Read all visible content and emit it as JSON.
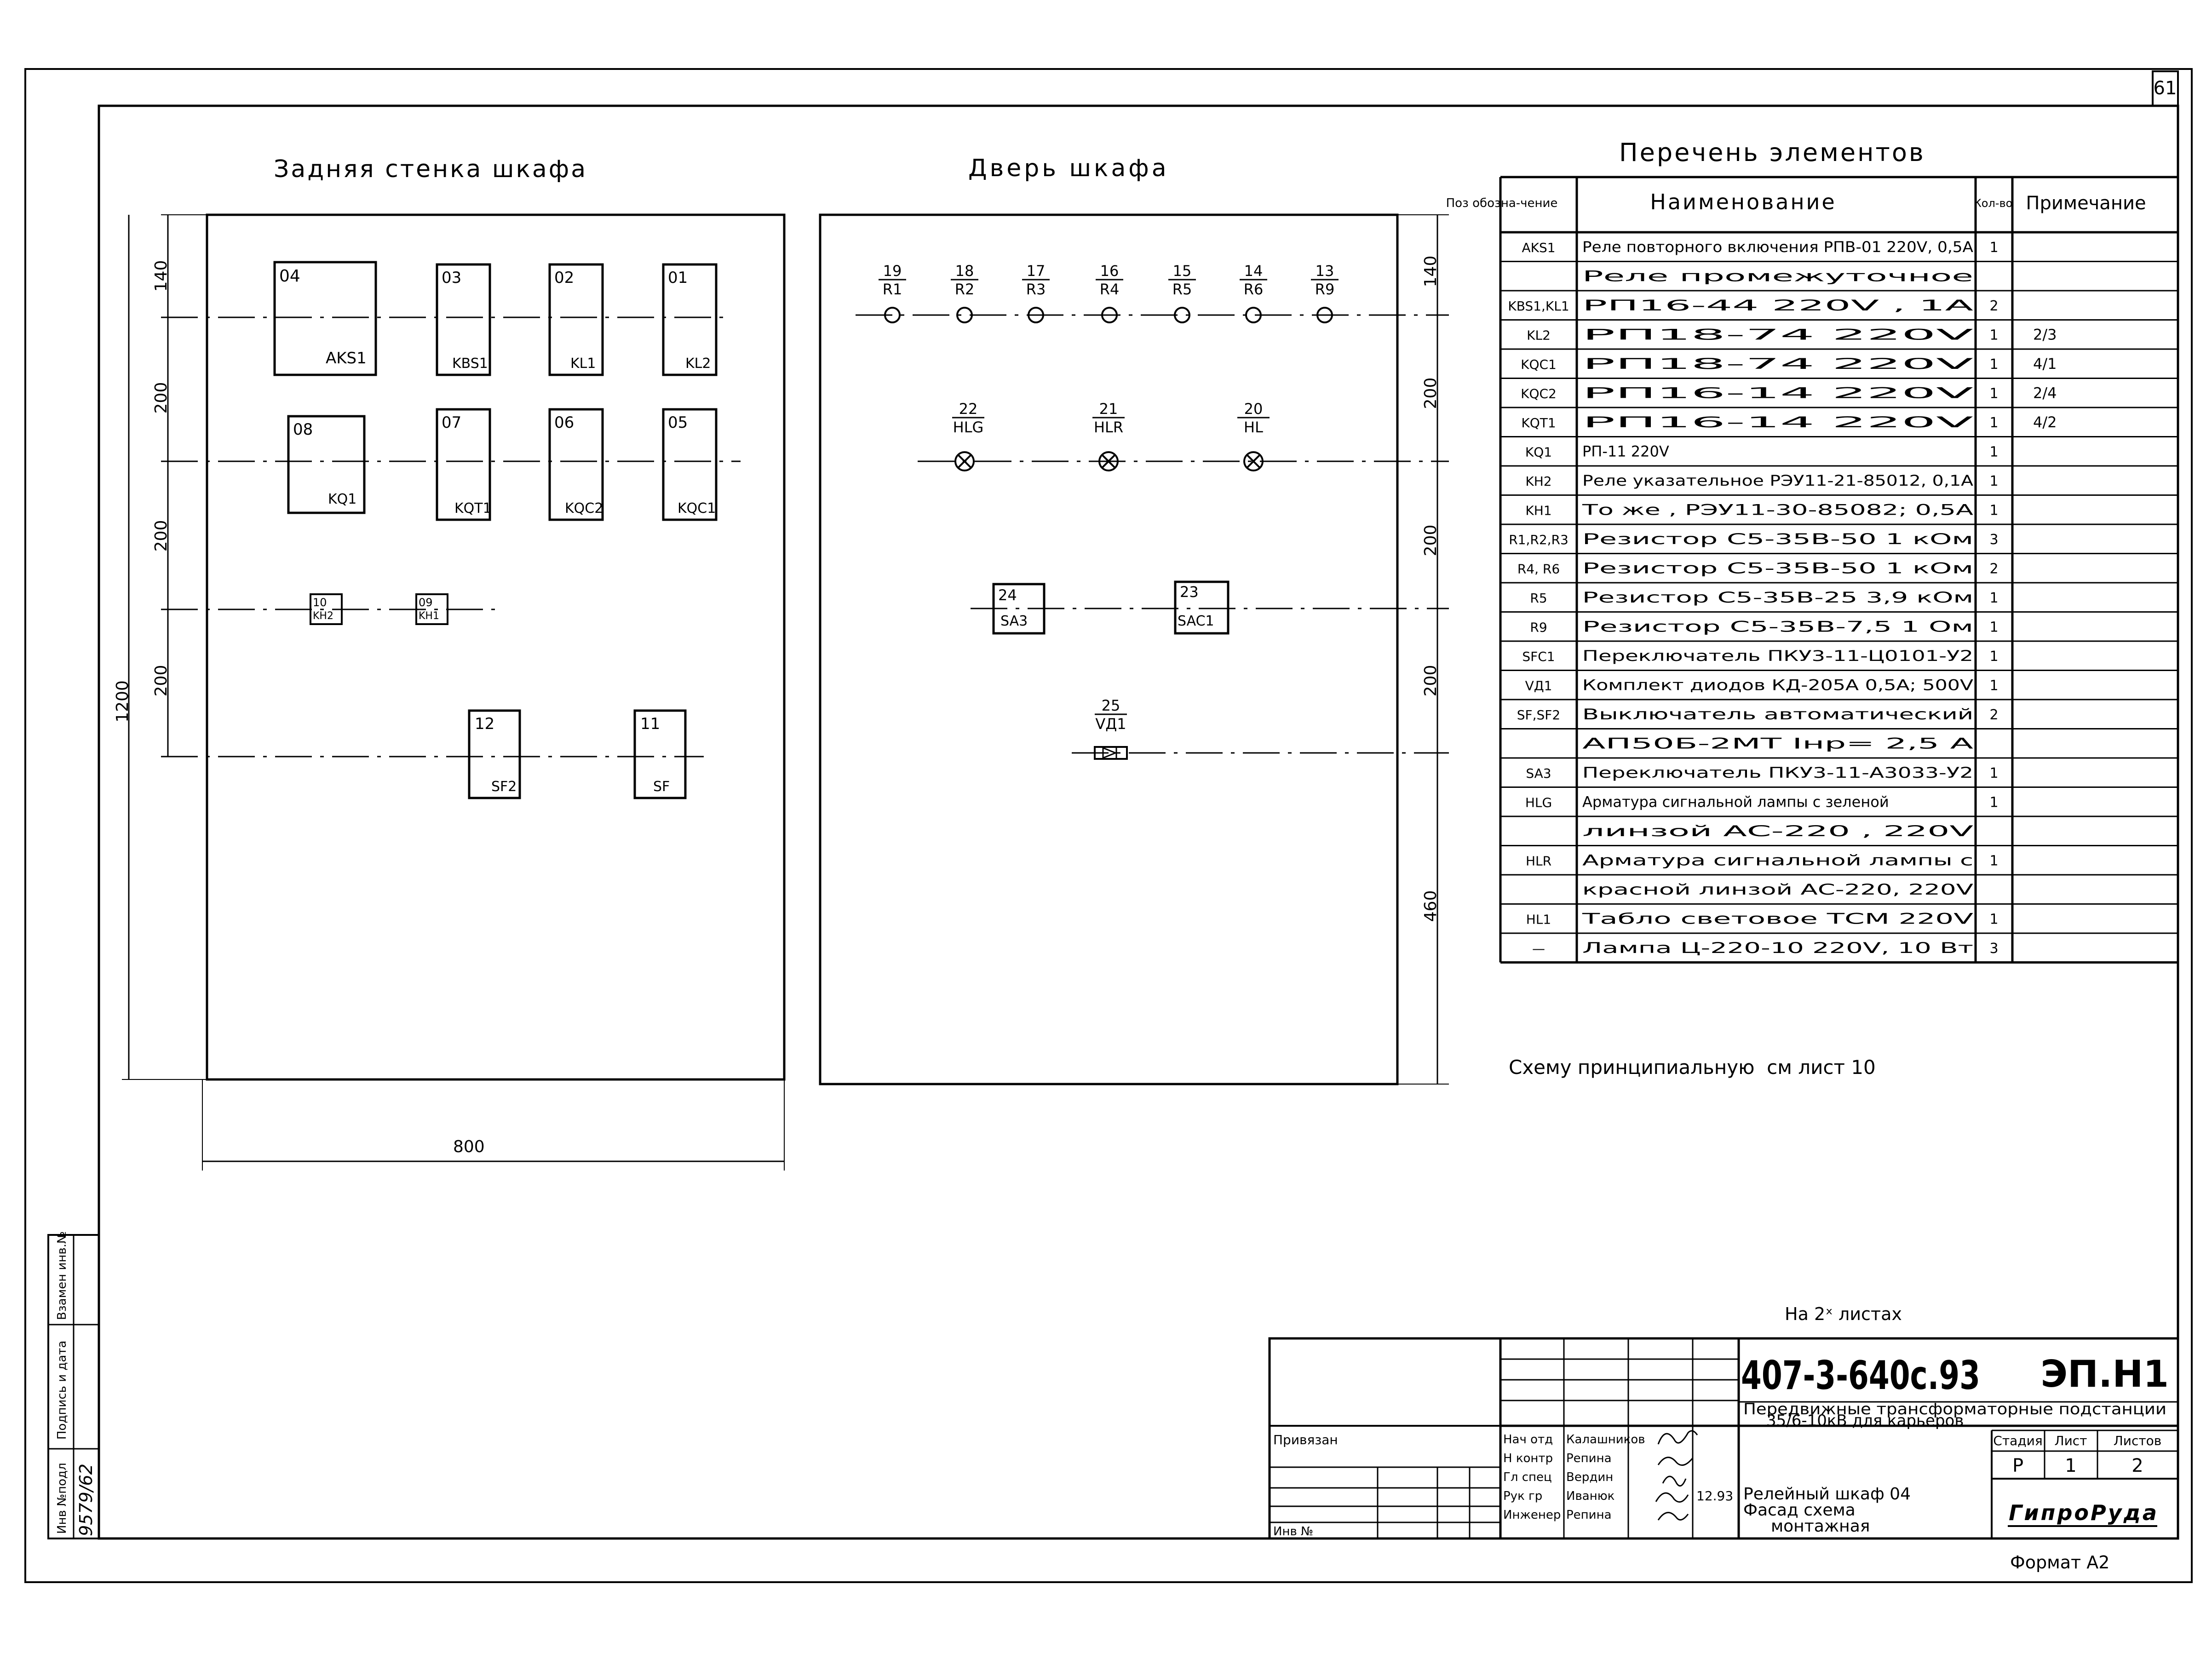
{
  "sheet": {
    "number": "61",
    "format_label": "Формат А2",
    "note_scheme": "Схему принципиальную  см лист 10",
    "note_sheets": "На 2ˣ листах"
  },
  "rear_wall": {
    "title": "Задняя стенка шкафа",
    "width_dim": "800",
    "total_height_dim": "1200",
    "row_dims": [
      "140",
      "200",
      "200",
      "200"
    ],
    "devices": [
      {
        "pos": "04",
        "code": "AKS1"
      },
      {
        "pos": "03",
        "code": "KBS1"
      },
      {
        "pos": "02",
        "code": "KL1"
      },
      {
        "pos": "01",
        "code": "KL2"
      },
      {
        "pos": "08",
        "code": "KQ1"
      },
      {
        "pos": "07",
        "code": "KQT1"
      },
      {
        "pos": "06",
        "code": "KQC2"
      },
      {
        "pos": "05",
        "code": "KQC1"
      },
      {
        "pos": "10",
        "code": "KH2"
      },
      {
        "pos": "09",
        "code": "KH1"
      },
      {
        "pos": "12",
        "code": "SF2"
      },
      {
        "pos": "11",
        "code": "SF"
      }
    ]
  },
  "door": {
    "title": "Дверь шкафа",
    "dims": [
      "140",
      "200",
      "200",
      "200",
      "460"
    ],
    "resistors": [
      {
        "num": "19",
        "code": "R1"
      },
      {
        "num": "18",
        "code": "R2"
      },
      {
        "num": "17",
        "code": "R3"
      },
      {
        "num": "16",
        "code": "R4"
      },
      {
        "num": "15",
        "code": "R5"
      },
      {
        "num": "14",
        "code": "R6"
      },
      {
        "num": "13",
        "code": "R9"
      }
    ],
    "lamps": [
      {
        "num": "22",
        "code": "HLG"
      },
      {
        "num": "21",
        "code": "HLR"
      },
      {
        "num": "20",
        "code": "HL"
      }
    ],
    "switches": [
      {
        "num": "24",
        "code": "SA3"
      },
      {
        "num": "23",
        "code": "SAC1"
      }
    ],
    "diode": {
      "num": "25",
      "code": "VД1"
    }
  },
  "parts_list": {
    "title": "Перечень элементов",
    "headers": [
      "Поз обозна-чение",
      "Наименование",
      "Кол-во",
      "Примечание"
    ],
    "rows": [
      [
        "AKS1",
        "Реле повторного включения РПВ-01 220V, 0,5A",
        "1",
        ""
      ],
      [
        "",
        "Реле промежуточное",
        "",
        ""
      ],
      [
        "KBS1,KL1",
        "РП16-44     220V , 1A",
        "2",
        ""
      ],
      [
        "KL2",
        "РП18-74        220V",
        "1",
        "2/3"
      ],
      [
        "KQC1",
        "РП18-74         220V",
        "1",
        "4/1"
      ],
      [
        "KQC2",
        "РП16-14         220V",
        "1",
        "2/4"
      ],
      [
        "KQT1",
        "РП16-14         220V",
        "1",
        "4/2"
      ],
      [
        "KQ1",
        "РП-11            220V",
        "1",
        ""
      ],
      [
        "KH2",
        "Реле указательное РЭУ11-21-85012, 0,1A",
        "1",
        ""
      ],
      [
        "KH1",
        "То же , РЭУ11-30-85082; 0,5A",
        "1",
        ""
      ],
      [
        "R1,R2,R3",
        "Резистор С5-35В-50  1 кОм",
        "3",
        ""
      ],
      [
        "R4, R6",
        "Резистор  С5-35В-50  1 кОм",
        "2",
        ""
      ],
      [
        "R5",
        "Резистор  С5-35В-25   3,9 кОм",
        "1",
        ""
      ],
      [
        "R9",
        "Резистор  С5-35В-7,5    1 Ом",
        "1",
        ""
      ],
      [
        "SFC1",
        "Переключатель ПКУ3-11-Ц0101-У2",
        "1",
        ""
      ],
      [
        "VД1",
        "Комплект диодов КД-205А  0,5А; 500V",
        "1",
        ""
      ],
      [
        "SF,SF2",
        "Выключатель автоматический",
        "2",
        ""
      ],
      [
        "",
        "АП50Б-2МТ  Iнр= 2,5 А",
        "",
        ""
      ],
      [
        "SA3",
        "Переключатель ПКУ3-11-А3033-У2",
        "1",
        ""
      ],
      [
        "HLG",
        "Арматура сигнальной лампы с зеленой",
        "1",
        ""
      ],
      [
        "",
        "линзой АС-220 , 220V",
        "",
        ""
      ],
      [
        "HLR",
        "Арматура сигнальной лампы с",
        "1",
        ""
      ],
      [
        "",
        "красной линзой АС-220, 220V",
        "",
        ""
      ],
      [
        "HL1",
        "Табло световое ТСМ    220V",
        "1",
        ""
      ],
      [
        "—",
        "Лампа  Ц-220-10   220V,  10 Вт",
        "3",
        ""
      ]
    ]
  },
  "title_block": {
    "doc_code": "407-3-640с.93",
    "doc_mark": "ЭП.Н1",
    "project_line1": "Передвижные трансформаторные подстанции",
    "project_line2": "35/6-10кВ  для карьеров",
    "drawing_line1": "Релейный  шкаф 04",
    "drawing_line2": "Фасад  схема",
    "drawing_line3": "монтажная",
    "stage_header": "Стадия",
    "sheet_header": "Лист",
    "sheets_header": "Листов",
    "stage": "Р",
    "sheet": "1",
    "sheets": "2",
    "company": "ГипроРуда",
    "bound_label": "Привязан",
    "inv_label": "Инв №",
    "signature_date": "12.93",
    "roles": [
      {
        "role": "Нач отд",
        "name": "Калашников"
      },
      {
        "role": "Н контр",
        "name": "Репина"
      },
      {
        "role": "Гл спец",
        "name": "Вердин"
      },
      {
        "role": "Рук гр",
        "name": "Иванюк"
      },
      {
        "role": "Инженер",
        "name": "Репина"
      }
    ]
  },
  "side_stamp": {
    "labels": [
      "Взамен инв.№",
      "Подпись и дата",
      "Инв №подл"
    ],
    "inv_number": "9579/62"
  }
}
